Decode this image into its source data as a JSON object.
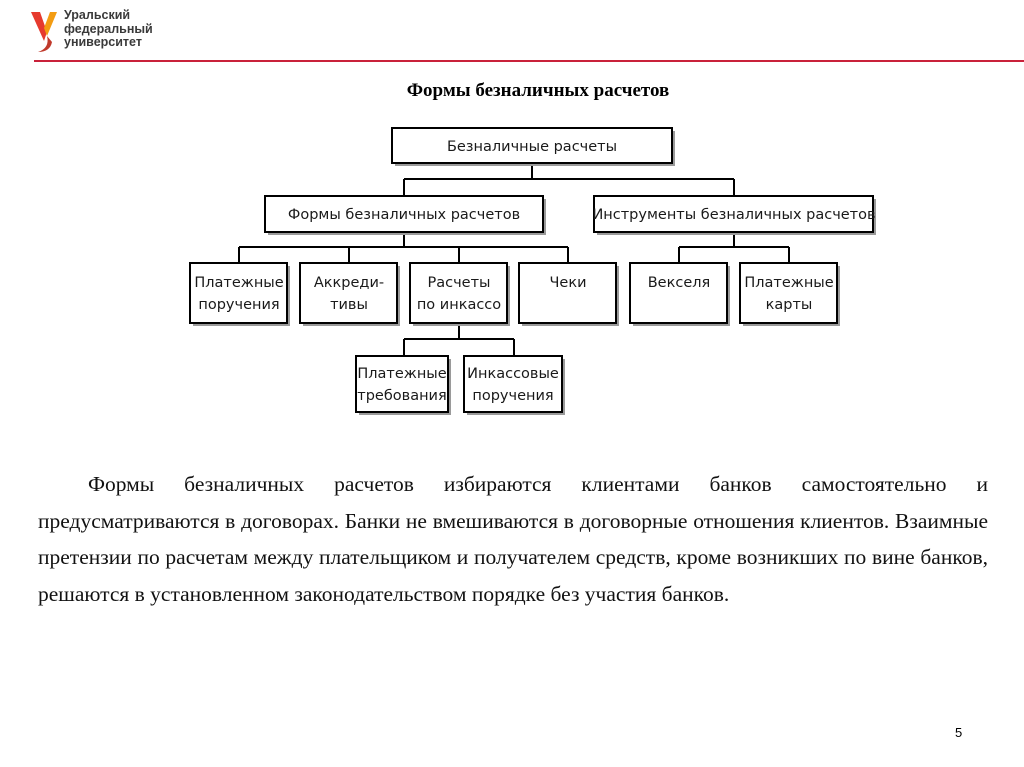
{
  "header": {
    "logo_lines": [
      "Уральский",
      "федеральный",
      "университет"
    ],
    "accent_color": "#c9213a"
  },
  "slide": {
    "title": "Формы безналичных расчетов",
    "page_number": "5"
  },
  "diagram": {
    "root": "Безналичные расчеты",
    "forms": {
      "label": "Формы безналичных расчетов",
      "children": [
        {
          "lines": [
            "Платежные",
            "поручения"
          ]
        },
        {
          "lines": [
            "Аккреди-",
            "тивы"
          ]
        },
        {
          "lines": [
            "Расчеты",
            "по инкассо"
          ]
        },
        {
          "lines": [
            "Чеки"
          ]
        }
      ]
    },
    "instruments": {
      "label": "Инструменты безналичных расчетов",
      "children": [
        {
          "lines": [
            "Векселя"
          ]
        },
        {
          "lines": [
            "Платежные",
            "карты"
          ]
        }
      ]
    },
    "incasso_children": [
      {
        "lines": [
          "Платежные",
          "требования"
        ]
      },
      {
        "lines": [
          "Инкассовые",
          "поручения"
        ]
      }
    ]
  },
  "body": {
    "paragraph": "Формы безналичных расчетов избираются клиентами банков самостоятельно и предусматриваются в договорах. Банки не вмешиваются в договорные отношения клиентов. Взаимные претензии по расчетам между плательщиком и получателем средств, кроме возникших по вине банков, решаются в установленном законодательством порядке без участия банков."
  }
}
